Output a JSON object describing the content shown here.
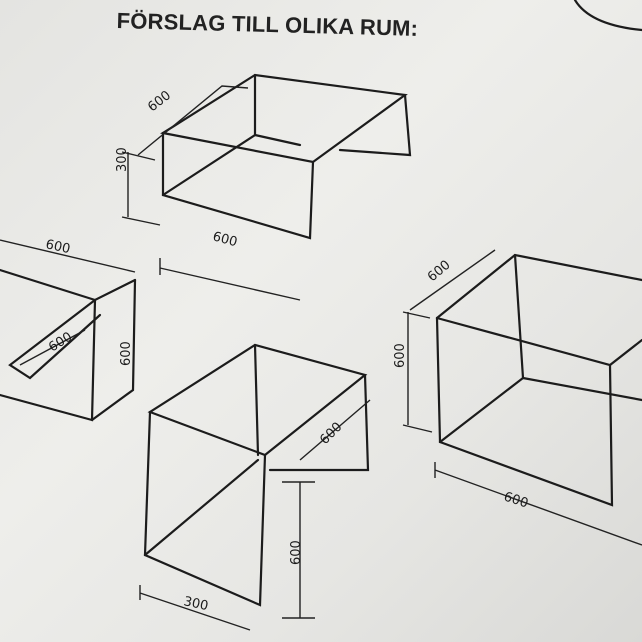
{
  "title": "FÖRSLAG TILL OLIKA RUM:",
  "diagrams": [
    {
      "name": "top-box",
      "dimensions": [
        "600",
        "300",
        "600"
      ]
    },
    {
      "name": "left-box",
      "dimensions": [
        "600",
        "600",
        "600"
      ]
    },
    {
      "name": "center-box",
      "dimensions": [
        "600",
        "600",
        "300"
      ]
    },
    {
      "name": "right-box",
      "dimensions": [
        "600",
        "600",
        "600"
      ]
    }
  ]
}
